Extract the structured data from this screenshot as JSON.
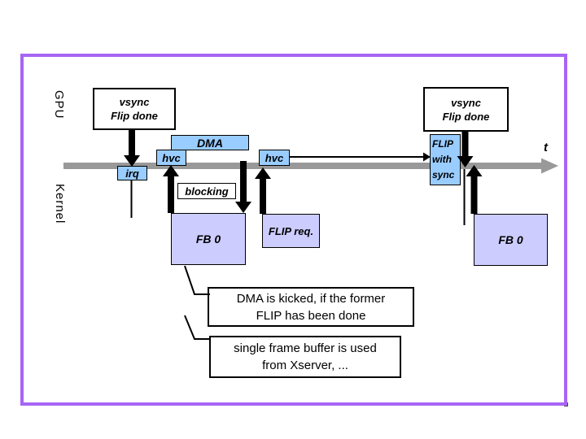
{
  "lanes": {
    "gpu": "GPU",
    "kernel": "Kernel"
  },
  "timeline": {
    "t_label": "t"
  },
  "events": {
    "vsync_left": "vsync\nFlip done",
    "vsync_right": "vsync\nFlip done",
    "irq": "irq",
    "hvc_blocking": "hvc",
    "hvc_flip": "hvc",
    "dma": "DMA",
    "blocking": "blocking",
    "flip_req": "FLIP req.",
    "flip_with_sync": "FLIP\nwith\nsync",
    "fb0_left": "FB 0",
    "fb0_right": "FB 0"
  },
  "callouts": {
    "dma_kicked": "DMA is kicked, if the former\nFLIP has been done",
    "single_fb": "single frame buffer is used\nfrom Xserver, ..."
  },
  "colors": {
    "event_fill": "#99ccff",
    "buffer_fill": "#ccccff",
    "timeline_gray": "#999999",
    "frame_purple": "#a765f4",
    "text": "#000000",
    "background": "#ffffff"
  }
}
